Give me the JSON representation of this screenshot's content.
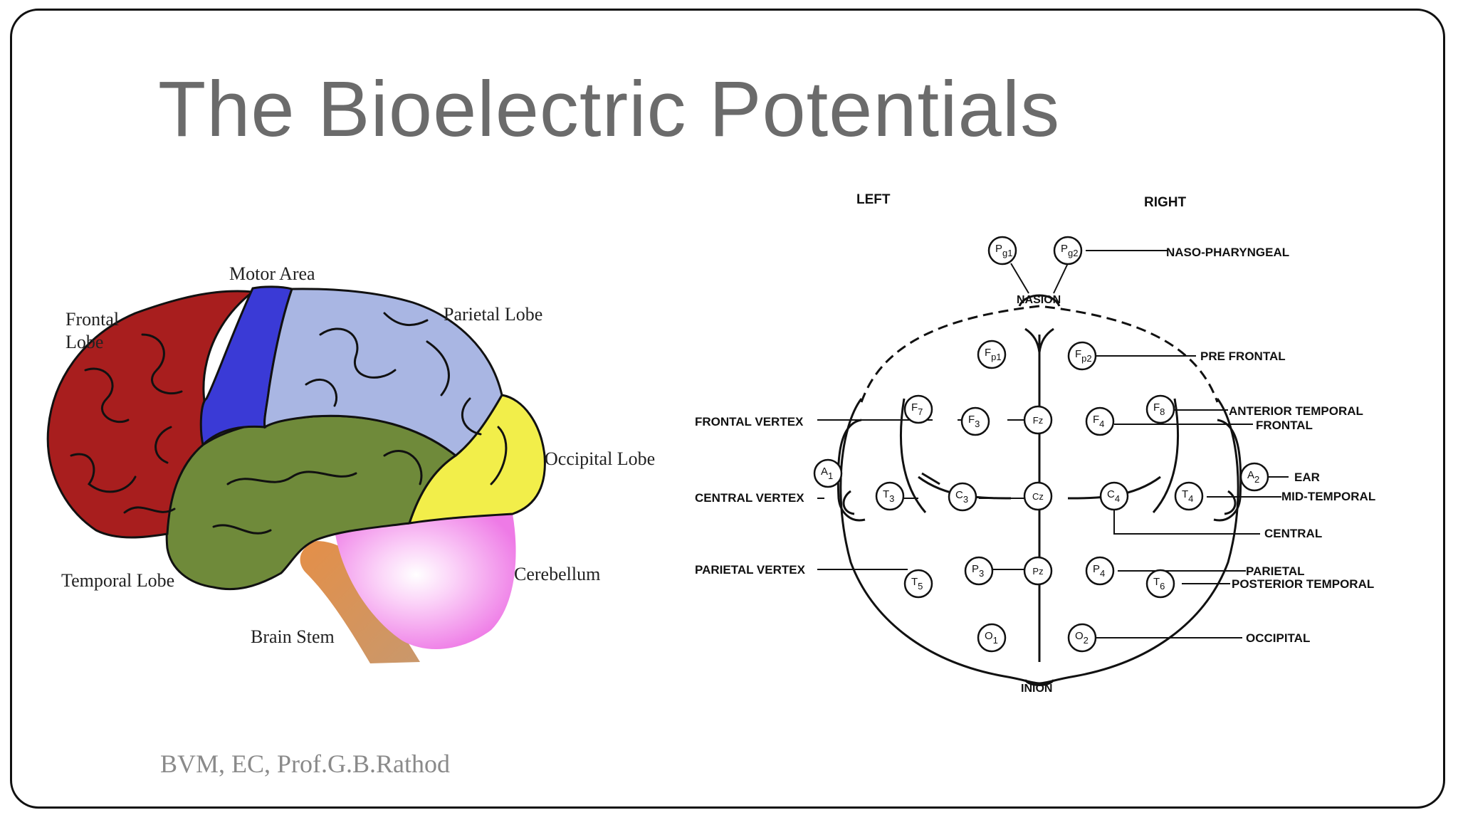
{
  "slide": {
    "title": "The Bioelectric Potentials",
    "footer": "BVM, EC, Prof.G.B.Rathod"
  },
  "brain_diagram": {
    "labels": {
      "motor_area": "Motor Area",
      "frontal_lobe_1": "Frontal",
      "frontal_lobe_2": "Lobe",
      "parietal_lobe": "Parietal Lobe",
      "occipital_lobe": "Occipital Lobe",
      "temporal_lobe": "Temporal Lobe",
      "cerebellum": "Cerebellum",
      "brain_stem": "Brain Stem"
    },
    "colors": {
      "frontal": "#a81e1e",
      "motor": "#3a3ad6",
      "parietal": "#a9b6e3",
      "occipital": "#f2ee4a",
      "temporal": "#6f8a3a",
      "cerebellum": "#f59af0",
      "brain_stem": "#e89a5a"
    }
  },
  "eeg_diagram": {
    "side_left": "LEFT",
    "side_right": "RIGHT",
    "landmarks": {
      "nasion": "NASION",
      "inion": "INION"
    },
    "left_labels": {
      "frontal_vertex": "FRONTAL VERTEX",
      "central_vertex": "CENTRAL VERTEX",
      "parietal_vertex": "PARIETAL VERTEX"
    },
    "right_labels": {
      "naso_pharyngeal": "NASO-PHARYNGEAL",
      "pre_frontal": "PRE FRONTAL",
      "anterior_temporal": "ANTERIOR TEMPORAL",
      "frontal": "FRONTAL",
      "ear": "EAR",
      "mid_temporal": "MID-TEMPORAL",
      "central": "CENTRAL",
      "parietal": "PARIETAL",
      "posterior_temporal": "POSTERIOR TEMPORAL",
      "occipital": "OCCIPITAL"
    },
    "electrodes": {
      "pg1": {
        "letter": "P",
        "sub": "g1"
      },
      "pg2": {
        "letter": "P",
        "sub": "g2"
      },
      "fp1": {
        "letter": "F",
        "sub": "p1"
      },
      "fp2": {
        "letter": "F",
        "sub": "p2"
      },
      "f7": {
        "letter": "F",
        "sub": "7"
      },
      "f3": {
        "letter": "F",
        "sub": "3"
      },
      "fz": {
        "letter": "Fz",
        "sub": ""
      },
      "f4": {
        "letter": "F",
        "sub": "4"
      },
      "f8": {
        "letter": "F",
        "sub": "8"
      },
      "a1": {
        "letter": "A",
        "sub": "1"
      },
      "t3": {
        "letter": "T",
        "sub": "3"
      },
      "c3": {
        "letter": "C",
        "sub": "3"
      },
      "cz": {
        "letter": "Cz",
        "sub": ""
      },
      "c4": {
        "letter": "C",
        "sub": "4"
      },
      "t4": {
        "letter": "T",
        "sub": "4"
      },
      "a2": {
        "letter": "A",
        "sub": "2"
      },
      "t5": {
        "letter": "T",
        "sub": "5"
      },
      "p3": {
        "letter": "P",
        "sub": "3"
      },
      "pz": {
        "letter": "Pz",
        "sub": ""
      },
      "p4": {
        "letter": "P",
        "sub": "4"
      },
      "t6": {
        "letter": "T",
        "sub": "6"
      },
      "o1": {
        "letter": "O",
        "sub": "1"
      },
      "o2": {
        "letter": "O",
        "sub": "2"
      }
    }
  }
}
